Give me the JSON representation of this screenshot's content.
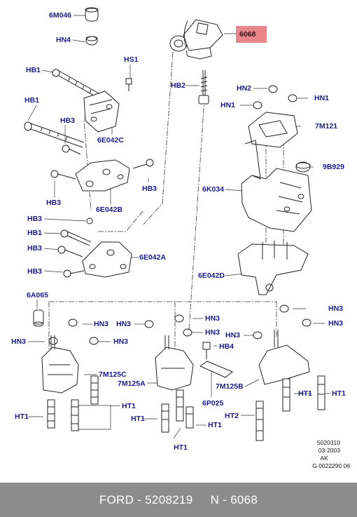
{
  "highlight": {
    "part": "6068",
    "color": "#e8868c"
  },
  "labels": {
    "l6M046": "6M046",
    "lHN4": "HN4",
    "lHS1": "HS1",
    "lHB1a": "HB1",
    "lHB2": "HB2",
    "lHB1b": "HB1",
    "lHB3a": "HB3",
    "l6E042C": "6E042C",
    "lHN2": "HN2",
    "lHN1a": "HN1",
    "lHN1b": "HN1",
    "l7M121": "7M121",
    "l9B929": "9B929",
    "lHB3b": "HB3",
    "lHB3c": "HB3",
    "l6K034": "6K034",
    "l6E042B": "6E042B",
    "lHB3d": "HB3",
    "lHB1c": "HB1",
    "lHB3e": "HB3",
    "l6E042A": "6E042A",
    "lHB3f": "HB3",
    "l6E042D": "6E042D",
    "l6A065": "6A065",
    "lHN3a": "HN3",
    "lHN3b": "HN3",
    "lHN3c": "HN3",
    "lHN3d": "HN3",
    "lHN3e": "HN3",
    "lHN3f": "HN3",
    "lHN3g": "HN3",
    "lHN3h": "HN3",
    "lHN3i": "HN3",
    "lHB4": "HB4",
    "l7M125C": "7M125C",
    "l7M125A": "7M125A",
    "l7M125B": "7M125B",
    "lHT1a": "HT1",
    "lHT1b": "HT1",
    "lHT1c": "HT1",
    "lHT1d": "HT1",
    "lHT1e": "HT1",
    "lHT1f": "HT1",
    "lHT1g": "HT1",
    "lHT2": "HT2",
    "l6P025": "6P025"
  },
  "stamp": {
    "line1": "5020310",
    "line2": "03-2003",
    "line3": "AK",
    "line4": "G 0022290 06"
  },
  "footer": {
    "text": "FORD - 5208219     N - 6068"
  }
}
